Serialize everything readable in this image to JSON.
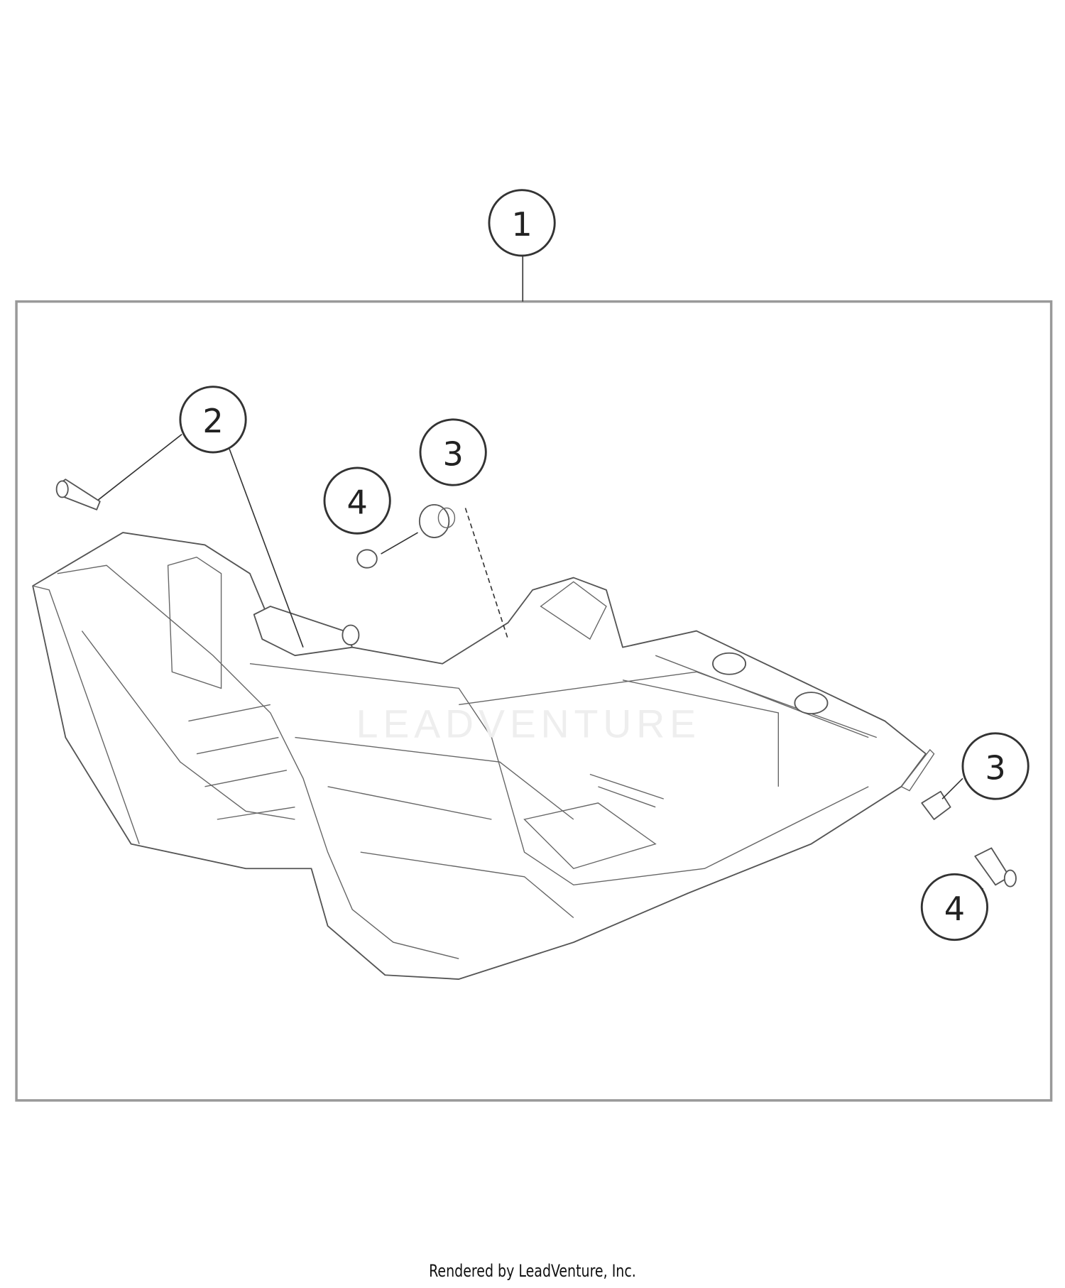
{
  "diagram": {
    "callouts": [
      {
        "id": "callout-1",
        "label": "1"
      },
      {
        "id": "callout-2",
        "label": "2"
      },
      {
        "id": "callout-3-top",
        "label": "3"
      },
      {
        "id": "callout-4-top",
        "label": "4"
      },
      {
        "id": "callout-3-right",
        "label": "3"
      },
      {
        "id": "callout-4-right",
        "label": "4"
      }
    ],
    "watermark": "LEADVENTURE",
    "colors": {
      "frame": "#999999",
      "line": "#555555"
    }
  },
  "footer": {
    "text": "Rendered by LeadVenture, Inc."
  }
}
